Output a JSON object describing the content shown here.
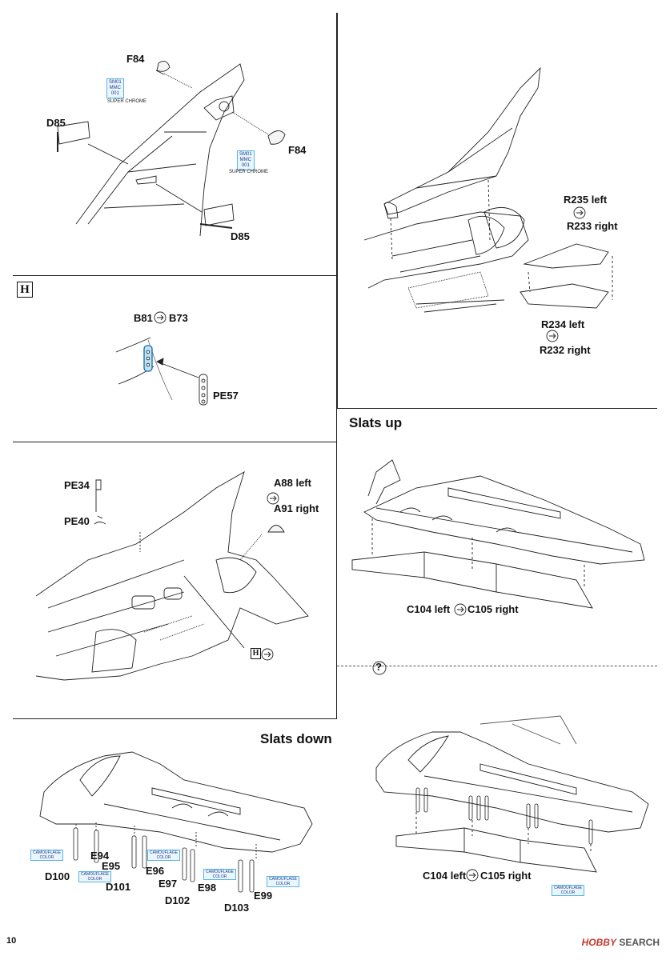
{
  "page_number": "10",
  "watermark": {
    "brand": "HOBBY",
    "suffix": "SEARCH"
  },
  "panel_top_left": {
    "parts": {
      "f84_top": "F84",
      "f84_right": "F84",
      "d85_top": "D85",
      "d85_bottom": "D85"
    },
    "paint_top": {
      "code": "SM01",
      "name": "MMC",
      "num": "001",
      "desc": "SUPER CHROME"
    },
    "paint_right": {
      "code": "SM01",
      "name": "MMC",
      "num": "001",
      "desc": "SUPER CHROME"
    }
  },
  "panel_h": {
    "badge": "H",
    "parts": {
      "b81": "B81",
      "b73": "B73",
      "pe57": "PE57"
    }
  },
  "panel_mid_left": {
    "parts": {
      "pe34": "PE34",
      "pe40": "PE40",
      "a88": "A88 left",
      "a91": "A91 right"
    },
    "ref_badge": "H"
  },
  "panel_top_right": {
    "parts": {
      "r235": "R235 left",
      "r233": "R233 right",
      "r234": "R234 left",
      "r232": "R232 right"
    }
  },
  "panel_slats_up": {
    "title": "Slats up",
    "parts": {
      "c104": "C104 left",
      "c105": "C105 right"
    }
  },
  "panel_slats_down_left": {
    "title": "Slats down",
    "parts": {
      "e94": "E94",
      "e95": "E95",
      "e96": "E96",
      "e97": "E97",
      "e98": "E98",
      "e99": "E99",
      "d100": "D100",
      "d101": "D101",
      "d102": "D102",
      "d103": "D103"
    },
    "camo": {
      "l1": "CAMOUFLAGE",
      "l2": "COLOR"
    }
  },
  "panel_slats_down_right": {
    "question": "?",
    "parts": {
      "c104": "C104 left",
      "c105": "C105 right"
    },
    "camo": {
      "l1": "CAMOUFLAGE",
      "l2": "COLOR"
    }
  }
}
